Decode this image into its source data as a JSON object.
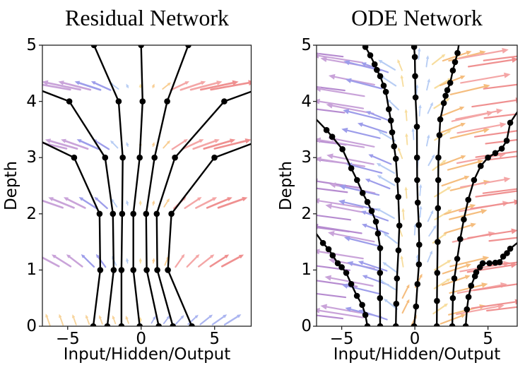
{
  "chart_data": [
    {
      "type": "line",
      "title": "Residual Network",
      "xlabel": "Input/Hidden/Output",
      "ylabel": "Depth",
      "xlim": [
        -6.72,
        7.49
      ],
      "ylim": [
        0,
        5
      ],
      "xticks": [
        -5,
        0,
        5
      ],
      "yticks": [
        0,
        1,
        2,
        3,
        4,
        5
      ],
      "grid": false,
      "legend": null,
      "trajectories": [
        {
          "points": [
            [
              -3.26,
              0
            ],
            [
              -2.78,
              1
            ],
            [
              -2.83,
              2
            ],
            [
              -4.56,
              3
            ],
            [
              -6.78,
              3.28
            ]
          ],
          "exit_end": true
        },
        {
          "points": [
            [
              -2.3,
              0
            ],
            [
              -1.87,
              1
            ],
            [
              -1.92,
              2
            ],
            [
              -2.45,
              3
            ],
            [
              -4.89,
              4
            ],
            [
              -6.78,
              4.19
            ]
          ],
          "exit_end": true
        },
        {
          "points": [
            [
              -1.34,
              0
            ],
            [
              -1.34,
              1
            ],
            [
              -1.29,
              2
            ],
            [
              -1.25,
              3
            ],
            [
              -1.53,
              4
            ],
            [
              -3.21,
              5
            ]
          ],
          "exit_end": false
        },
        {
          "points": [
            [
              -0.1,
              0
            ],
            [
              -0.53,
              1
            ],
            [
              -0.53,
              2
            ],
            [
              -0.1,
              3
            ],
            [
              0.1,
              4
            ],
            [
              0.0,
              5
            ]
          ],
          "exit_end": false
        },
        {
          "points": [
            [
              1.2,
              0
            ],
            [
              0.38,
              1
            ],
            [
              0.34,
              2
            ],
            [
              0.91,
              3
            ],
            [
              1.77,
              4
            ],
            [
              3.21,
              5
            ]
          ],
          "exit_end": false
        },
        {
          "points": [
            [
              2.16,
              0
            ],
            [
              1.1,
              1
            ],
            [
              1.06,
              2
            ],
            [
              2.3,
              3
            ],
            [
              5.66,
              4
            ],
            [
              7.55,
              4.18
            ]
          ],
          "exit_end": true
        },
        {
          "points": [
            [
              3.45,
              0
            ],
            [
              1.82,
              1
            ],
            [
              2.06,
              2
            ],
            [
              4.99,
              3
            ],
            [
              7.55,
              3.25
            ]
          ],
          "exit_end": true
        }
      ],
      "vector_field": {
        "style": "sparse",
        "row_depths": [
          0.12,
          1.17,
          2.2,
          3.24,
          4.28
        ],
        "col_min": -6.35,
        "col_max": 6.3,
        "col_step": 0.9
      }
    },
    {
      "type": "line",
      "title": "ODE Network",
      "xlabel": "Input/Hidden/Output",
      "ylabel": "Depth",
      "xlim": [
        -6.72,
        7.0
      ],
      "ylim": [
        0,
        5
      ],
      "xticks": [
        -5,
        0,
        5
      ],
      "yticks": [
        0,
        1,
        2,
        3,
        4,
        5
      ],
      "grid": false,
      "legend": null,
      "trajectories": [
        {
          "points": [
            [
              -3.24,
              0
            ],
            [
              -3.38,
              0.2
            ],
            [
              -3.6,
              0.38
            ],
            [
              -3.96,
              0.54
            ],
            [
              -4.35,
              0.75
            ],
            [
              -4.69,
              0.95
            ],
            [
              -5.0,
              1.05
            ],
            [
              -5.27,
              1.12
            ],
            [
              -5.62,
              1.26
            ],
            [
              -5.9,
              1.37
            ],
            [
              -6.28,
              1.48
            ],
            [
              -6.78,
              1.66
            ]
          ],
          "exit_end": true
        },
        {
          "points": [
            [
              -2.37,
              0
            ],
            [
              -2.38,
              0.5
            ],
            [
              -2.38,
              0.95
            ],
            [
              -2.37,
              1.39
            ],
            [
              -2.52,
              1.65
            ],
            [
              -2.66,
              1.86
            ],
            [
              -2.95,
              2.05
            ],
            [
              -3.24,
              2.21
            ],
            [
              -3.57,
              2.37
            ],
            [
              -3.95,
              2.6
            ],
            [
              -4.35,
              2.81
            ],
            [
              -4.95,
              3.15
            ],
            [
              -5.65,
              3.37
            ],
            [
              -6.04,
              3.49
            ],
            [
              -6.78,
              3.69
            ]
          ],
          "exit_end": true
        },
        {
          "points": [
            [
              -1.3,
              0
            ],
            [
              -1.27,
              0.4
            ],
            [
              -1.22,
              0.85
            ],
            [
              -1.12,
              1.35
            ],
            [
              -1.06,
              1.79
            ],
            [
              -1.13,
              2.3
            ],
            [
              -1.2,
              2.6
            ],
            [
              -1.3,
              2.98
            ],
            [
              -1.42,
              3.2
            ],
            [
              -1.55,
              3.45
            ],
            [
              -1.64,
              3.66
            ],
            [
              -1.78,
              3.86
            ],
            [
              -1.98,
              4.17
            ],
            [
              -2.13,
              4.28
            ],
            [
              -2.37,
              4.45
            ],
            [
              -2.6,
              4.56
            ],
            [
              -2.75,
              4.66
            ],
            [
              -3.05,
              4.82
            ],
            [
              -3.38,
              4.97
            ],
            [
              -3.55,
              5.08
            ]
          ],
          "exit_end": true
        },
        {
          "points": [
            [
              -0.05,
              0
            ],
            [
              0.08,
              0.35
            ],
            [
              0.18,
              0.75
            ],
            [
              0.28,
              1.1
            ],
            [
              0.3,
              1.45
            ],
            [
              0.27,
              1.8
            ],
            [
              0.2,
              2.2
            ],
            [
              0.16,
              2.6
            ],
            [
              0.15,
              3.0
            ],
            [
              0.14,
              3.55
            ],
            [
              0.05,
              4.07
            ],
            [
              0.02,
              4.45
            ],
            [
              0.0,
              4.79
            ],
            [
              -0.05,
              4.97
            ],
            [
              -0.09,
              5.08
            ]
          ],
          "exit_end": true
        },
        {
          "points": [
            [
              1.5,
              0
            ],
            [
              1.51,
              0.45
            ],
            [
              1.53,
              0.95
            ],
            [
              1.56,
              1.5
            ],
            [
              1.58,
              2.1
            ],
            [
              1.6,
              2.6
            ],
            [
              1.61,
              3.0
            ],
            [
              1.68,
              3.4
            ],
            [
              1.74,
              3.68
            ],
            [
              1.98,
              3.97
            ],
            [
              2.1,
              4.1
            ],
            [
              2.22,
              4.2
            ],
            [
              2.42,
              4.33
            ],
            [
              2.6,
              4.55
            ],
            [
              2.75,
              4.7
            ],
            [
              2.92,
              4.86
            ],
            [
              3.05,
              5.08
            ]
          ],
          "exit_end": true
        },
        {
          "points": [
            [
              2.56,
              0
            ],
            [
              2.6,
              0.5
            ],
            [
              2.7,
              0.85
            ],
            [
              2.9,
              1.2
            ],
            [
              3.1,
              1.55
            ],
            [
              3.35,
              1.9
            ],
            [
              3.65,
              2.25
            ],
            [
              4.05,
              2.6
            ],
            [
              4.5,
              2.85
            ],
            [
              5.0,
              3.0
            ],
            [
              5.5,
              3.08
            ],
            [
              5.94,
              3.16
            ],
            [
              6.28,
              3.3
            ],
            [
              6.52,
              3.62
            ],
            [
              7.08,
              3.84
            ]
          ],
          "exit_end": true
        },
        {
          "points": [
            [
              3.48,
              0
            ],
            [
              3.56,
              0.3
            ],
            [
              3.67,
              0.52
            ],
            [
              3.85,
              0.72
            ],
            [
              4.11,
              0.89
            ],
            [
              4.2,
              0.96
            ],
            [
              4.45,
              1.05
            ],
            [
              4.64,
              1.12
            ],
            [
              5.1,
              1.12
            ],
            [
              5.5,
              1.13
            ],
            [
              5.8,
              1.14
            ],
            [
              6.04,
              1.24
            ],
            [
              6.3,
              1.3
            ],
            [
              6.52,
              1.38
            ],
            [
              7.08,
              1.5
            ]
          ],
          "exit_end": true
        }
      ],
      "vector_field": {
        "style": "dense",
        "row_min": 0.25,
        "row_max": 4.75,
        "row_step": 0.45,
        "col_min": -6.35,
        "col_max": 6.55,
        "col_step": 0.92
      }
    }
  ],
  "palette": {
    "trajectory": "#000000",
    "frame": "#222222",
    "purpleDark": "#b68bd0",
    "purple": "#c9a3d9",
    "violet": "#9d9dea",
    "lightBlue": "#b7cdf4",
    "paleYellow": "#f7dd9e",
    "lightOrange": "#f8cd92",
    "orange": "#f5bd7e",
    "pink": "#f4a6a6",
    "red": "#ef9090",
    "bottomOrange": "#f7d49c",
    "bottomBlue": "#abb5f0"
  }
}
